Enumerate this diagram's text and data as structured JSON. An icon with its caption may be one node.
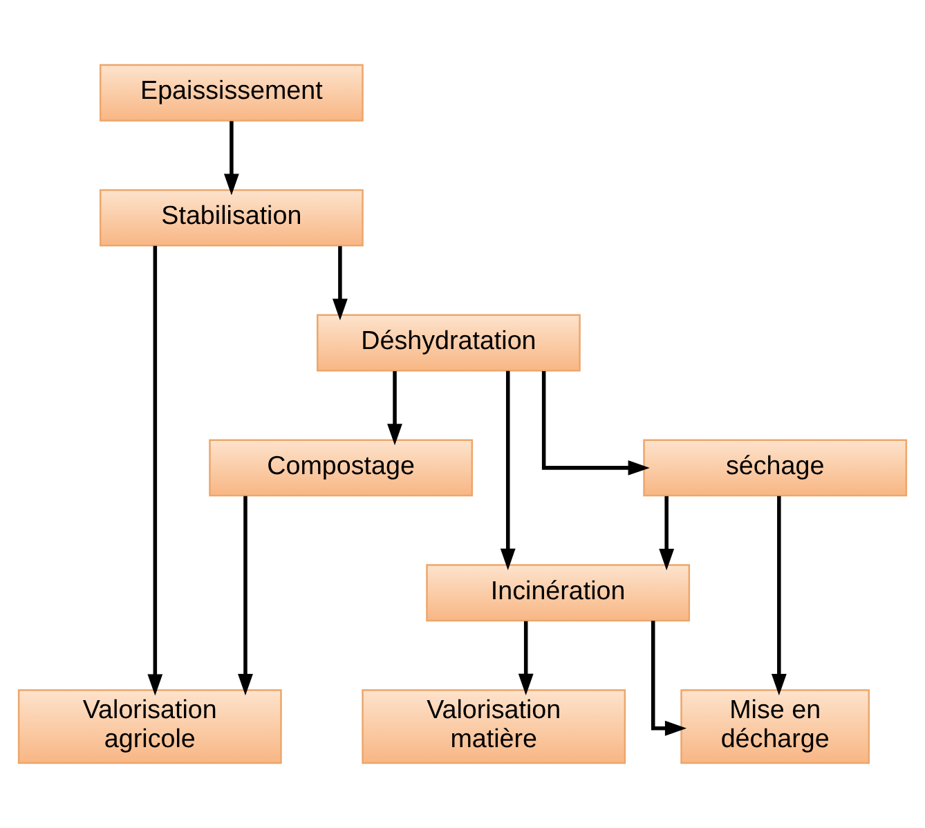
{
  "diagram": {
    "nodes": [
      {
        "text": [
          "Epaississement"
        ]
      },
      {
        "text": [
          "Stabilisation"
        ]
      },
      {
        "text": [
          "Déshydratation"
        ]
      },
      {
        "text": [
          "Compostage"
        ]
      },
      {
        "text": [
          "séchage"
        ]
      },
      {
        "text": [
          "Incinération"
        ]
      },
      {
        "text": [
          "Valorisation agricole"
        ]
      },
      {
        "text": [
          "Valorisation matière"
        ]
      },
      {
        "text": [
          "Mise en décharge"
        ]
      }
    ],
    "edges": [
      {
        "from": 0,
        "to": 1,
        "arrow": "to"
      },
      {
        "from": 1,
        "to": 6,
        "arrow": "to"
      },
      {
        "from": 1,
        "to": 2,
        "arrow": "to"
      },
      {
        "from": 2,
        "to": 3,
        "arrow": "to"
      },
      {
        "from": 2,
        "to": 5,
        "arrow": "to"
      },
      {
        "from": 2,
        "to": 4,
        "arrow": "to"
      },
      {
        "from": 3,
        "to": 6,
        "arrow": "to"
      },
      {
        "from": 4,
        "to": 5,
        "arrow": "to"
      },
      {
        "from": 4,
        "to": 8,
        "arrow": "to"
      },
      {
        "from": 5,
        "to": 7,
        "arrow": "to"
      },
      {
        "from": 5,
        "to": 8,
        "arrow": "to"
      }
    ]
  }
}
